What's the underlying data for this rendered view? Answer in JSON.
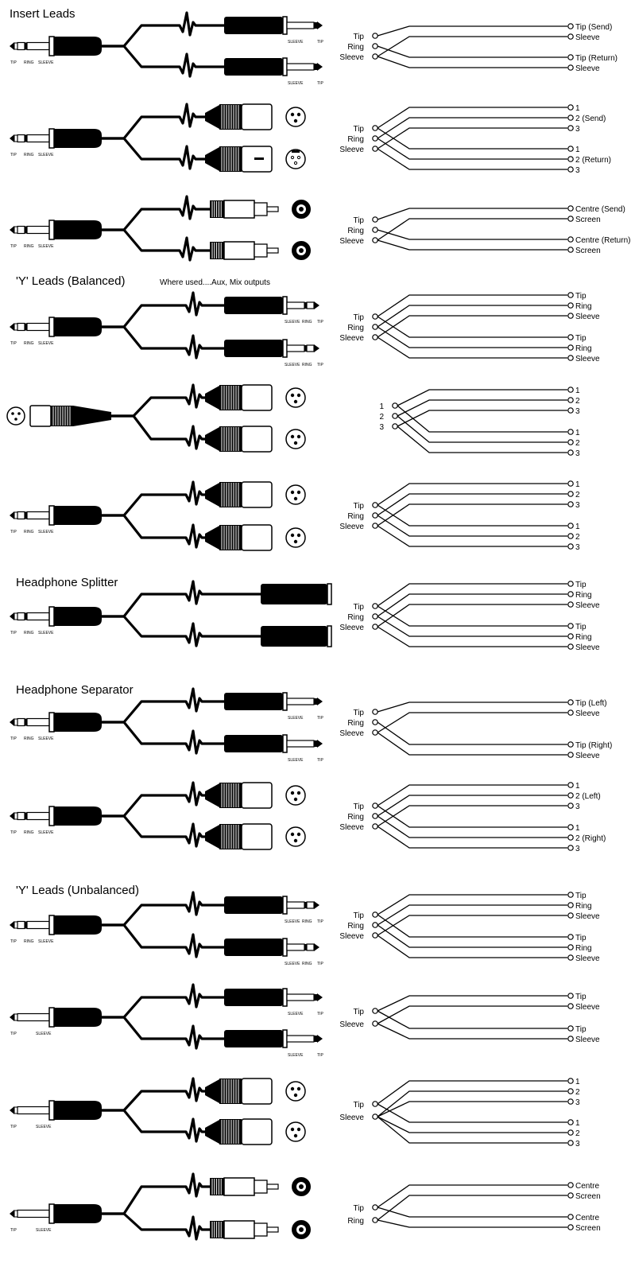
{
  "headings": {
    "insert": "Insert Leads",
    "y_bal": "'Y' Leads (Balanced)",
    "where_used": "Where used....Aux, Mix outputs",
    "hp_split": "Headphone Splitter",
    "hp_sep": "Headphone Separator",
    "y_unbal": "'Y' Leads (Unbalanced)"
  },
  "jack_labels": {
    "tip": "TIP",
    "ring": "RING",
    "sleeve": "SLEEVE"
  },
  "rows": [
    {
      "src": "trs",
      "outs": [
        "ts-jack",
        "ts-jack"
      ],
      "left": [
        "Tip",
        "Ring",
        "Sleeve"
      ],
      "right": [
        "Tip (Send)",
        "Sleeve",
        "Tip (Return)",
        "Sleeve"
      ]
    },
    {
      "src": "trs",
      "outs": [
        "xlr-male",
        "xlr-female"
      ],
      "left": [
        "Tip",
        "Ring",
        "Sleeve"
      ],
      "right": [
        "1",
        "2 (Send)",
        "3",
        "1",
        "2 (Return)",
        "3"
      ]
    },
    {
      "src": "trs",
      "outs": [
        "rca",
        "rca"
      ],
      "left": [
        "Tip",
        "Ring",
        "Sleeve"
      ],
      "right": [
        "Centre (Send)",
        "Screen",
        "Centre (Return)",
        "Screen"
      ]
    },
    {
      "src": "trs",
      "outs": [
        "trs-jack",
        "trs-jack"
      ],
      "left": [
        "Tip",
        "Ring",
        "Sleeve"
      ],
      "right": [
        "Tip",
        "Ring",
        "Sleeve",
        "Tip",
        "Ring",
        "Sleeve"
      ]
    },
    {
      "src": "xlr-female",
      "outs": [
        "xlr-male",
        "xlr-male"
      ],
      "left": [
        "1",
        "2",
        "3"
      ],
      "right": [
        "1",
        "2",
        "3",
        "1",
        "2",
        "3"
      ]
    },
    {
      "src": "trs",
      "outs": [
        "xlr-male",
        "xlr-male"
      ],
      "left": [
        "Tip",
        "Ring",
        "Sleeve"
      ],
      "right": [
        "1",
        "2",
        "3",
        "1",
        "2",
        "3"
      ]
    },
    {
      "src": "trs",
      "outs": [
        "socket",
        "socket"
      ],
      "left": [
        "Tip",
        "Ring",
        "Sleeve"
      ],
      "right": [
        "Tip",
        "Ring",
        "Sleeve",
        "Tip",
        "Ring",
        "Sleeve"
      ]
    },
    {
      "src": "trs",
      "outs": [
        "ts-jack",
        "ts-jack"
      ],
      "left": [
        "Tip",
        "Ring",
        "Sleeve"
      ],
      "right": [
        "Tip (Left)",
        "Sleeve",
        "Tip (Right)",
        "Sleeve"
      ]
    },
    {
      "src": "trs",
      "outs": [
        "xlr-male",
        "xlr-male"
      ],
      "left": [
        "Tip",
        "Ring",
        "Sleeve"
      ],
      "right": [
        "1",
        "2 (Left)",
        "3",
        "1",
        "2 (Right)",
        "3"
      ]
    },
    {
      "src": "trs",
      "outs": [
        "trs-jack",
        "trs-jack"
      ],
      "left": [
        "Tip",
        "Ring",
        "Sleeve"
      ],
      "right": [
        "Tip",
        "Ring",
        "Sleeve",
        "Tip",
        "Ring",
        "Sleeve"
      ]
    },
    {
      "src": "ts",
      "outs": [
        "ts-jack",
        "ts-jack"
      ],
      "left": [
        "Tip",
        "Sleeve"
      ],
      "right": [
        "Tip",
        "Sleeve",
        "Tip",
        "Sleeve"
      ]
    },
    {
      "src": "ts",
      "outs": [
        "xlr-male",
        "xlr-male"
      ],
      "left": [
        "Tip",
        "Sleeve"
      ],
      "right": [
        "1",
        "2",
        "3",
        "1",
        "2",
        "3"
      ]
    },
    {
      "src": "ts",
      "outs": [
        "rca",
        "rca"
      ],
      "left": [
        "Tip",
        "Ring"
      ],
      "right": [
        "Centre",
        "Screen",
        "Centre",
        "Screen"
      ]
    }
  ]
}
